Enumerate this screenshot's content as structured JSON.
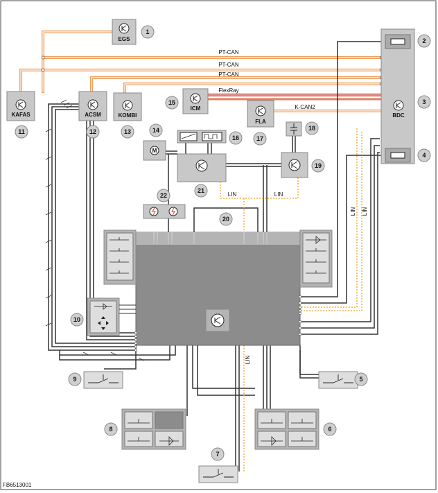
{
  "components": {
    "egs": "EGS",
    "kafas": "KAFAS",
    "acsm": "ACSM",
    "kombi": "KOMBI",
    "icm": "ICM",
    "fla": "FLA",
    "bdc": "BDC"
  },
  "buses": {
    "pt_can_1": "PT-CAN",
    "pt_can_2": "PT-CAN",
    "pt_can_3": "PT-CAN",
    "flexray": "FlexRay",
    "k_can2": "K-CAN2",
    "lin_left": "LIN",
    "lin_mid": "LIN",
    "lin_v1": "LIN",
    "lin_v2": "LIN",
    "lin_bottom": "LIN"
  },
  "numbers": {
    "n1": "1",
    "n2": "2",
    "n3": "3",
    "n4": "4",
    "n5": "5",
    "n6": "6",
    "n7": "7",
    "n8": "8",
    "n9": "9",
    "n10": "10",
    "n11": "11",
    "n12": "12",
    "n13": "13",
    "n14": "14",
    "n15": "15",
    "n16": "16",
    "n17": "17",
    "n18": "18",
    "n19": "19",
    "n20": "20",
    "n21": "21",
    "n22": "22"
  },
  "footer": {
    "code": "FB6513001"
  },
  "colors": {
    "can": "#f0a060",
    "flexray": "#c83c28",
    "lin": "#f0b040",
    "wire": "#333333",
    "box": "#b4b4b4",
    "module": "#8c8c8c"
  }
}
